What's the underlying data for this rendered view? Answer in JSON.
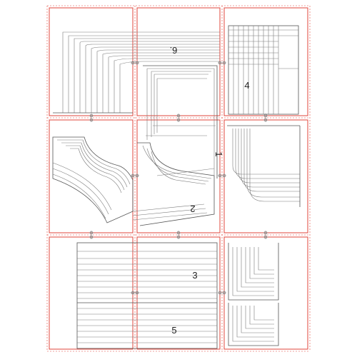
{
  "piece_numbers": {
    "p1": "1",
    "p2": "2",
    "p3": "3",
    "p4": "4",
    "p5": "5",
    "p6": "6."
  },
  "colors": {
    "tile_border": "#e0463b",
    "pattern_line": "#7a7a7a",
    "background": "#ffffff"
  },
  "tile_grid": {
    "columns": 3,
    "rows": 3
  },
  "size_ladder_count": 9
}
